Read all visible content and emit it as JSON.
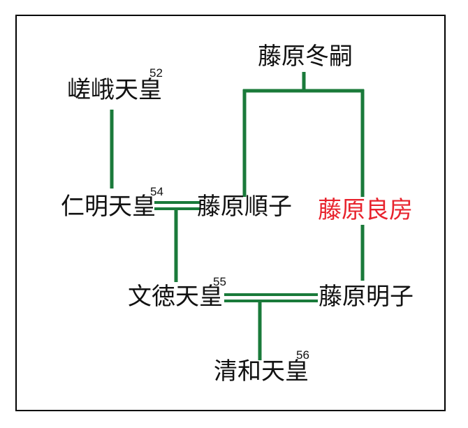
{
  "colors": {
    "line": "#1a7a3a",
    "highlight": "#e8232d",
    "text": "#111111"
  },
  "nodes": {
    "saga": {
      "name": "嵯峨天皇",
      "number": "52"
    },
    "ninmyo": {
      "name": "仁明天皇",
      "number": "54"
    },
    "montoku": {
      "name": "文徳天皇",
      "number": "55"
    },
    "seiwa": {
      "name": "清和天皇",
      "number": "56"
    },
    "fuyutsugu": {
      "name": "藤原冬嗣"
    },
    "junshi": {
      "name": "藤原順子"
    },
    "yoshifusa": {
      "name": "藤原良房"
    },
    "akirakeiko": {
      "name": "藤原明子"
    }
  }
}
